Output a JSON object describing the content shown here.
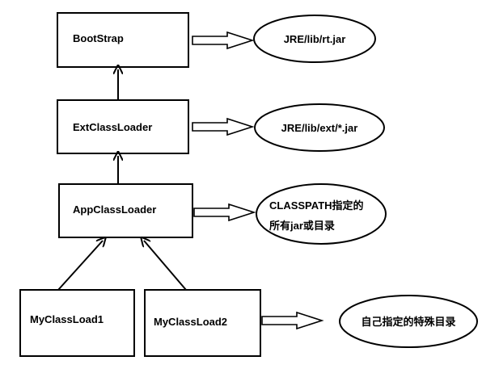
{
  "colors": {
    "stroke": "#000000",
    "background": "#ffffff",
    "text": "#000000"
  },
  "nodes": {
    "bootstrap": "BootStrap",
    "ext_class_loader": "ExtClassLoader",
    "app_class_loader": "AppClassLoader",
    "my_class_load_1": "MyClassLoad1",
    "my_class_load_2": "MyClassLoad2"
  },
  "targets": {
    "bootstrap_target": "JRE/lib/rt.jar",
    "ext_target": "JRE/lib/ext/*.jar",
    "app_target_line1": "CLASSPATH指定的",
    "app_target_line2": "所有jar或目录",
    "custom_target": "自己指定的特殊目录"
  }
}
